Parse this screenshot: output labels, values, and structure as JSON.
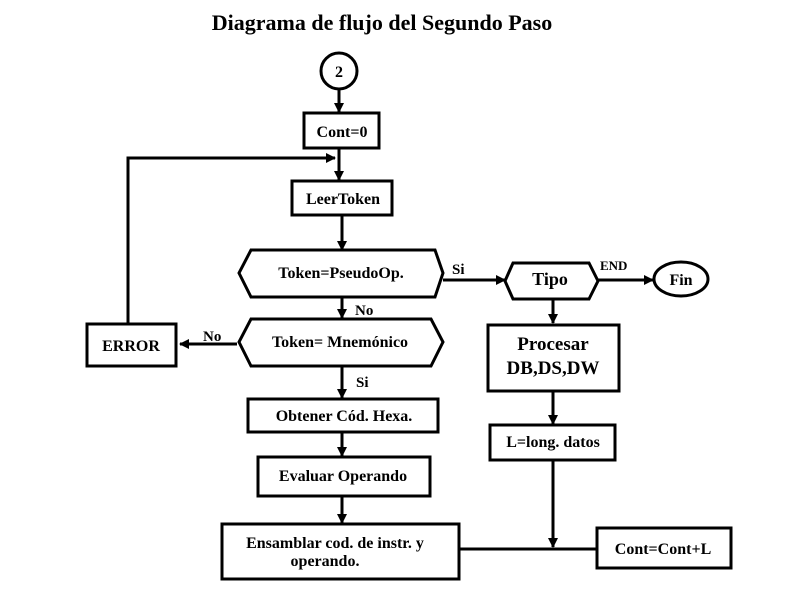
{
  "title": "Diagrama de flujo del Segundo Paso",
  "nodes": {
    "connector": "2",
    "cont_init": "Cont=0",
    "read_token": "LeerToken",
    "pseudo_decision": "Token=PseudoOp.",
    "mnemonic_decision": "Token= Mnemónico",
    "error": "ERROR",
    "get_hex": "Obtener Cód. Hexa.",
    "eval_operand": "Evaluar Operando",
    "assemble_line1": "Ensamblar cod. de instr. y",
    "assemble_line2": "operando.",
    "type_decision": "Tipo",
    "end": "Fin",
    "process_line1": "Procesar",
    "process_line2": "DB,DS,DW",
    "length": "L=long. datos",
    "cont_update": "Cont=Cont+L"
  },
  "edges": {
    "pseudo_yes": "Si",
    "pseudo_no": "No",
    "mnemonic_no": "No",
    "mnemonic_yes": "Si",
    "type_end": "END"
  }
}
